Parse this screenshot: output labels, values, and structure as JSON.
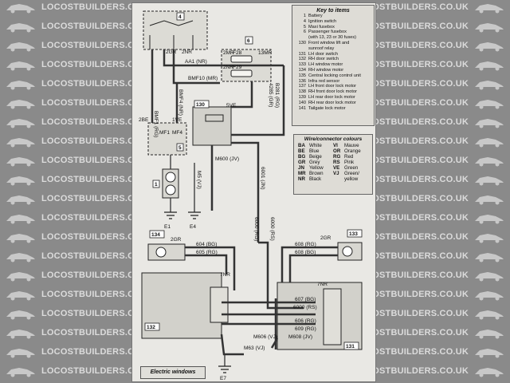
{
  "watermark": "LOCOSTBUILDERS.CO.UK",
  "key": {
    "title": "Key to items",
    "items": [
      {
        "num": "1",
        "label": "Battery"
      },
      {
        "num": "4",
        "label": "Ignition switch"
      },
      {
        "num": "5",
        "label": "Maxi fusebox"
      },
      {
        "num": "6",
        "label": "Passenger fusebox"
      },
      {
        "num": "",
        "label": "(with 13, 23 or 30 fuses)"
      },
      {
        "num": "130",
        "label": "Front window lift and"
      },
      {
        "num": "",
        "label": "sunroof relay"
      },
      {
        "num": "131",
        "label": "LH door switch"
      },
      {
        "num": "132",
        "label": "RH door switch"
      },
      {
        "num": "133",
        "label": "LH window motor"
      },
      {
        "num": "134",
        "label": "RH window motor"
      },
      {
        "num": "135",
        "label": "Central locking control unit"
      },
      {
        "num": "136",
        "label": "Infra red sensor"
      },
      {
        "num": "137",
        "label": "LH front door lock motor"
      },
      {
        "num": "138",
        "label": "RH front door lock motor"
      },
      {
        "num": "139",
        "label": "LH rear door lock motor"
      },
      {
        "num": "140",
        "label": "RH rear door lock motor"
      },
      {
        "num": "141",
        "label": "Tailgate lock motor"
      }
    ]
  },
  "wire_colours": {
    "title": "Wire/connector colours",
    "entries": [
      {
        "code": "BA",
        "name": "White",
        "code2": "VI",
        "name2": "Mauve"
      },
      {
        "code": "BE",
        "name": "Blue",
        "code2": "OR",
        "name2": "Orange"
      },
      {
        "code": "BG",
        "name": "Beige",
        "code2": "RG",
        "name2": "Red"
      },
      {
        "code": "GR",
        "name": "Grey",
        "code2": "RS",
        "name2": "Pink"
      },
      {
        "code": "JN",
        "name": "Yellow",
        "code2": "VE",
        "name2": "Green"
      },
      {
        "code": "MR",
        "name": "Brown",
        "code2": "VJ",
        "name2": "Green/"
      },
      {
        "code": "NR",
        "name": "Black",
        "code2": "",
        "name2": "yellow"
      }
    ]
  },
  "components": {
    "c4": "4",
    "c6": "6",
    "c130": "130",
    "c1": "1",
    "c5": "5",
    "c134": "134",
    "c133": "133",
    "c132": "132",
    "c131": "131"
  },
  "fuses": {
    "f28": "F28",
    "f29": "F29"
  },
  "fusebox5": {
    "mf1": "MF1",
    "mf4": "MF4"
  },
  "wire_labels": {
    "aa1": "AA1 (NR)",
    "bmf10": "BMF10 (MR)",
    "bmf1": "BMF1 (RG)",
    "bmf4": "BMF4 (NR)",
    "b281": "B281 (RG)",
    "w4285": "4285 (GR)",
    "m600": "M600 (JV)",
    "m5": "M5 (VJ)",
    "w6001": "6001 (JN)",
    "w6000a": "6000 (RG)",
    "w6000b": "6000 (RS)",
    "w604": "604 (BG)",
    "w605": "605 (RG)",
    "w608": "608 (RG)",
    "w608b": "608 (BG)",
    "w607": "607 (BG)",
    "w6000c": "6000 (RS)",
    "w606": "606 (RG)",
    "w609": "609 (RG)",
    "m606": "M606 (VJ)",
    "m608": "M608 (JV)",
    "m63": "M63 (VJ)"
  },
  "connectors": {
    "nr2": "2NR",
    "gr2": "2GR",
    "mr2": "2MR",
    "nr2b": "2NR",
    "mr13": "13MR",
    "be2": "2BE",
    "ve1": "1VE",
    "ve5": "5VE",
    "gr2b": "2GR",
    "gr2c": "2GR",
    "nr7": "7NR",
    "nr7b": "7NR"
  },
  "grounds": {
    "e1": "E1",
    "e4": "E4",
    "e7": "E7"
  },
  "caption": "Electric windows"
}
